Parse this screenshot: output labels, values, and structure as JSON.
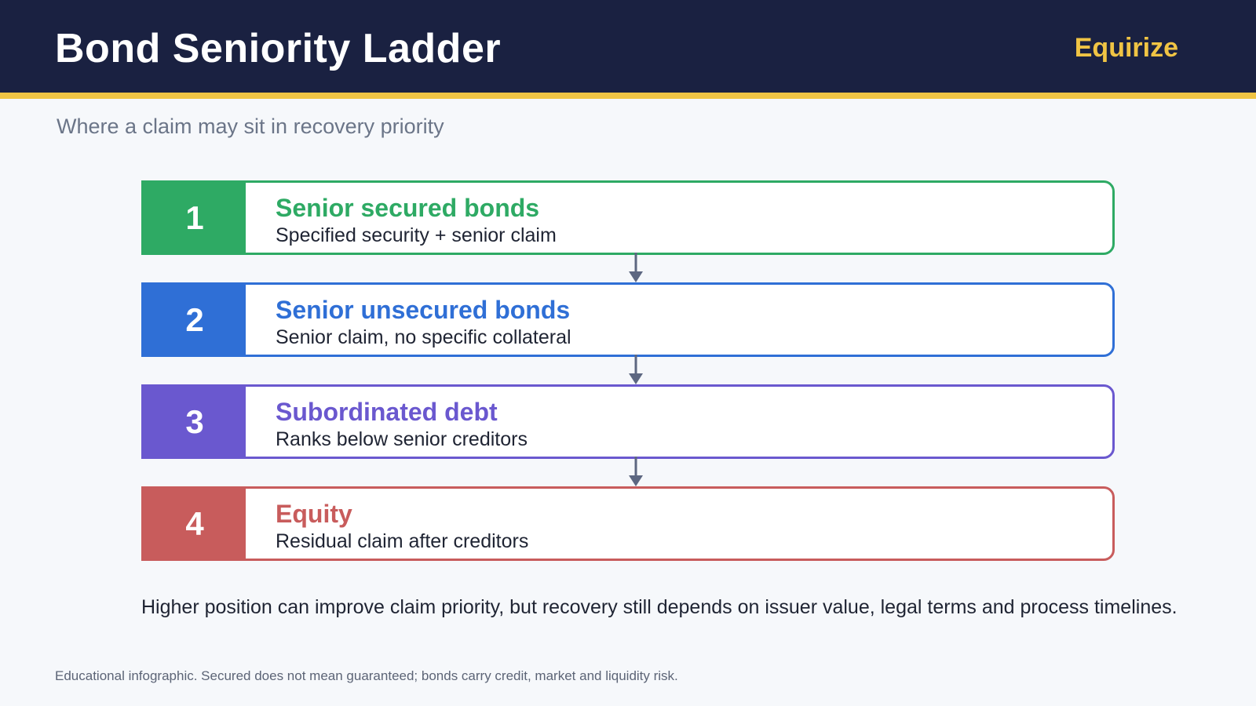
{
  "header": {
    "title": "Bond Seniority Ladder",
    "brand": "Equirize"
  },
  "subtitle": "Where a claim may sit in recovery priority",
  "ladder": [
    {
      "rank": "1",
      "title": "Senior secured bonds",
      "description": "Specified security + senior claim",
      "color": "#2eaa64"
    },
    {
      "rank": "2",
      "title": "Senior unsecured bonds",
      "description": "Senior claim, no specific collateral",
      "color": "#2f6fd6"
    },
    {
      "rank": "3",
      "title": "Subordinated debt",
      "description": "Ranks below senior creditors",
      "color": "#6a58cf"
    },
    {
      "rank": "4",
      "title": "Equity",
      "description": "Residual claim after creditors",
      "color": "#c85c5c"
    }
  ],
  "connector_color": "#5d6781",
  "note": "Higher position can improve claim priority, but recovery still depends on issuer value, legal terms and process timelines.",
  "disclaimer": "Educational infographic. Secured does not mean guaranteed; bonds carry credit, market and liquidity risk."
}
